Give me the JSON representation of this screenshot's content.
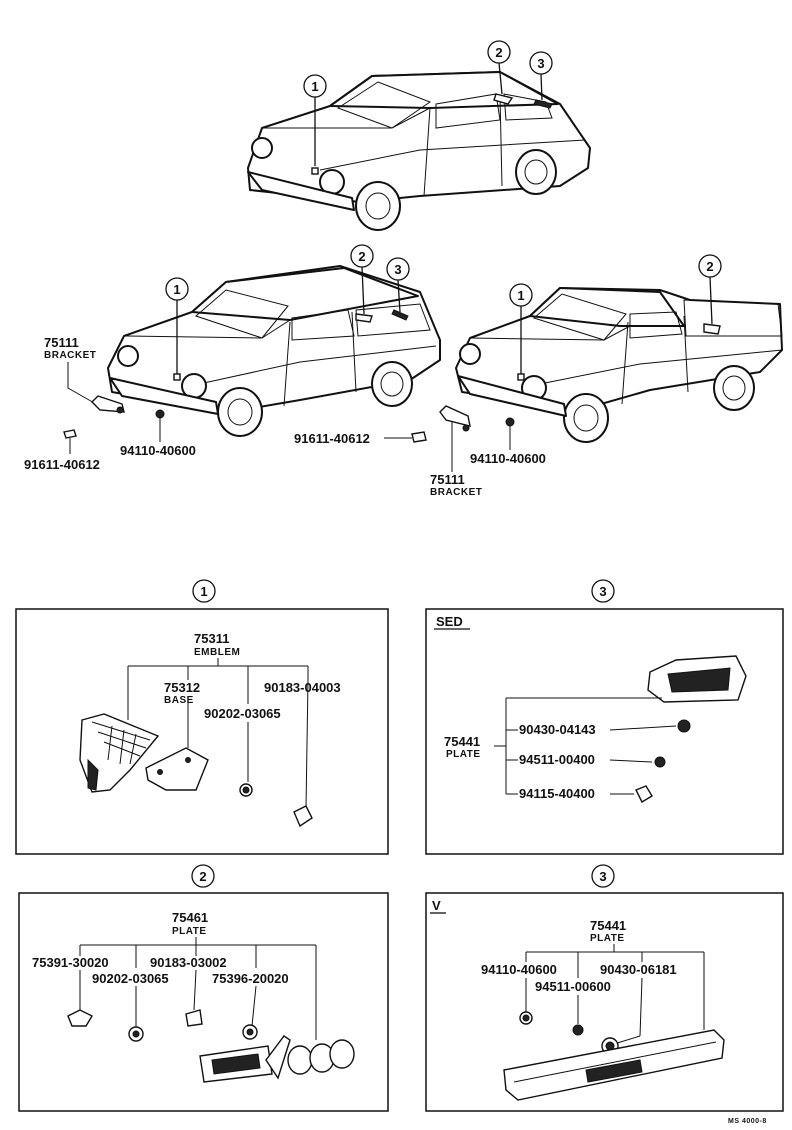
{
  "callouts": {
    "c1": "1",
    "c2": "2",
    "c3": "3"
  },
  "wagon": {
    "bracket_no": "75111",
    "bracket_label": "BRACKET",
    "screw": "91611-40612",
    "nut": "94110-40600"
  },
  "pickup": {
    "screw": "91611-40612",
    "nut": "94110-40600",
    "bracket_no": "75111",
    "bracket_label": "BRACKET"
  },
  "box1": {
    "emblem_no": "75311",
    "emblem_label": "EMBLEM",
    "base_no": "75312",
    "base_label": "BASE",
    "clip_a": "90202-03065",
    "clip_b": "90183-04003"
  },
  "box3sed": {
    "tag": "SED",
    "plate_no": "75441",
    "plate_label": "PLATE",
    "p1": "90430-04143",
    "p2": "94511-00400",
    "p3": "94115-40400"
  },
  "box2": {
    "plate_no": "75461",
    "plate_label": "PLATE",
    "p1": "75391-30020",
    "p2": "90183-03002",
    "p3": "90202-03065",
    "p4": "75396-20020"
  },
  "box3v": {
    "tag": "V",
    "plate_no": "75441",
    "plate_label": "PLATE",
    "p1": "94110-40600",
    "p2": "90430-06181",
    "p3": "94511-00600"
  },
  "footer_code": "MS 4000-8"
}
